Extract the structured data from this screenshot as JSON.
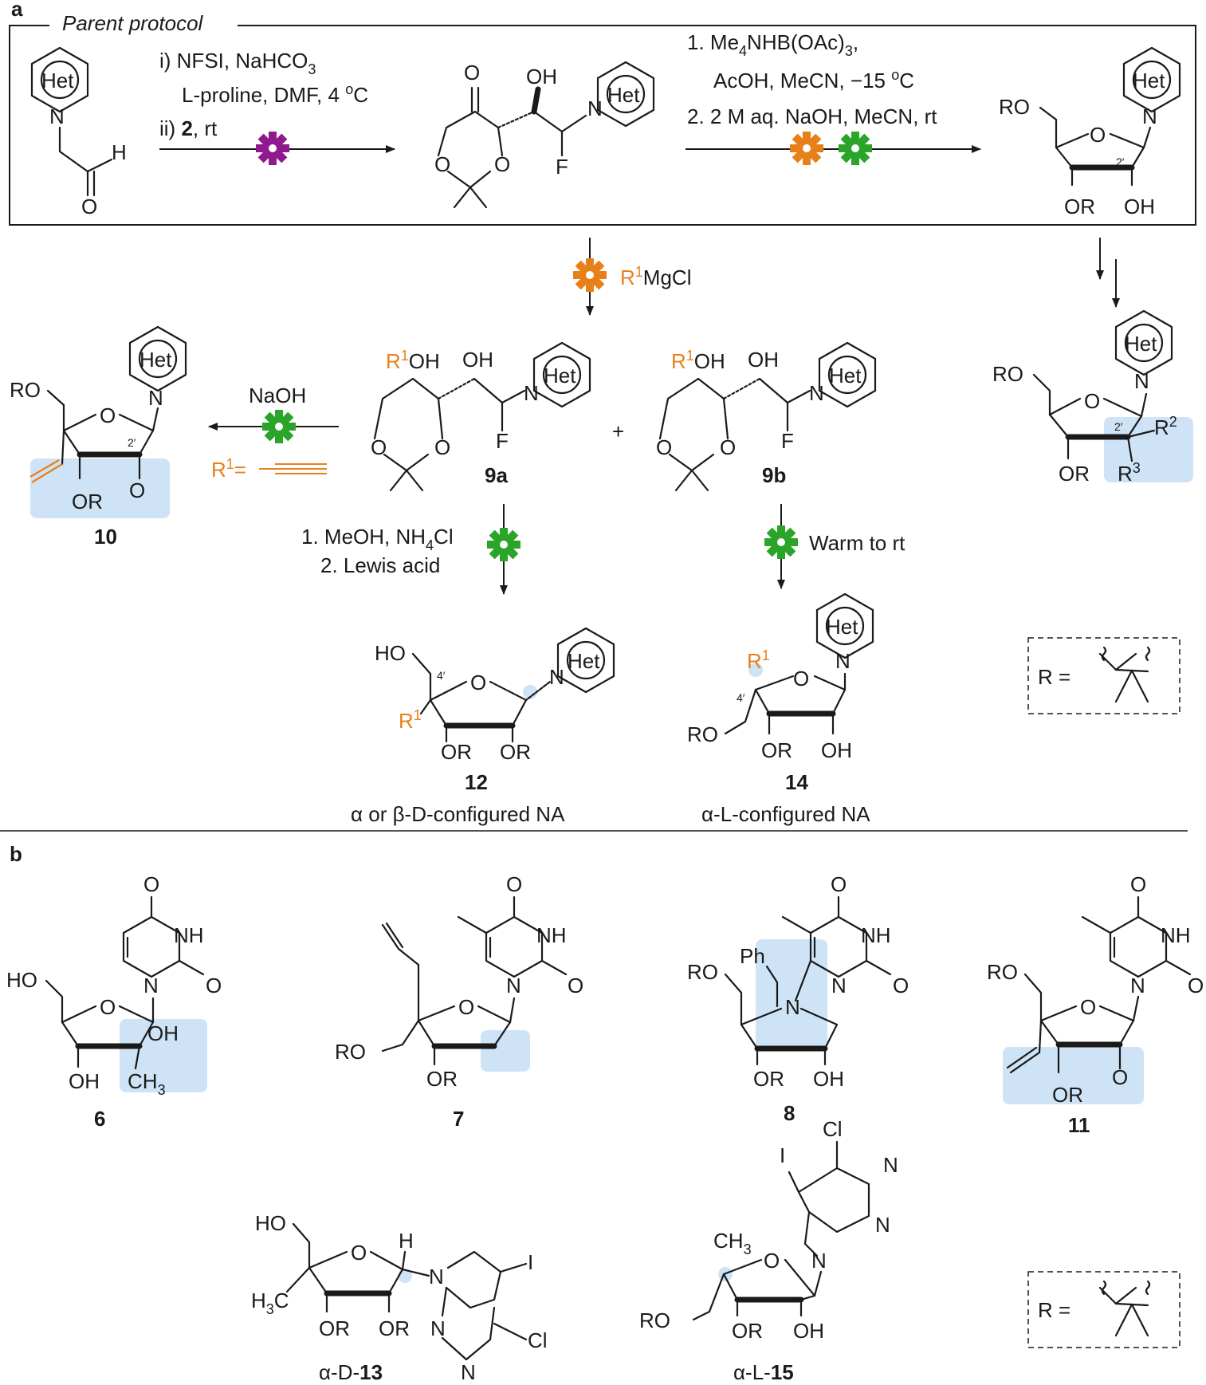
{
  "panels": {
    "a": "a",
    "b": "b"
  },
  "parent": {
    "title": "Parent protocol",
    "step1_conditions": [
      "i) NFSI, NaHCO",
      "L-proline, DMF, 4 ",
      "ii) ",
      "2",
      ", rt"
    ],
    "step1_sub": [
      "3",
      "o",
      "C"
    ],
    "step2_conditions": [
      "1. Me",
      "NHB(OAc)",
      ",",
      "AcOH, MeCN, −15 ",
      "2. 2 M aq. NaOH, MeCN, rt"
    ],
    "step2_sub": [
      "4",
      "3",
      "o",
      "C"
    ]
  },
  "labels": {
    "het": "Het",
    "ro": "RO",
    "ho": "HO",
    "oh": "OH",
    "or": "OR",
    "o": "O",
    "n": "N",
    "f": "F",
    "h": "H",
    "r1": "R",
    "sup1": "1",
    "sup2": "2",
    "sup3": "3",
    "r2": "R",
    "r3": "R",
    "prime2": "2′",
    "prime4": "4′",
    "mgcl": "MgCl",
    "naoh": "NaOH",
    "plus": "+",
    "equals": "=",
    "r_eq": "R =",
    "nh": "NH",
    "ph": "Ph",
    "cl": "Cl",
    "i": "I",
    "ch3": "CH",
    "ch3_sub": "3",
    "h3c": "H",
    "h3c_c": "C"
  },
  "conditions": {
    "left": [
      "1. MeOH, NH",
      "Cl",
      "2. Lewis acid"
    ],
    "left_sub": "4",
    "right": "Warm to rt"
  },
  "compounds": {
    "c9a": "9a",
    "c9b": "9b",
    "c10": "10",
    "c12": "12",
    "c14": "14",
    "c6": "6",
    "c7": "7",
    "c8": "8",
    "c11": "11",
    "c13_prefix": "α-D-",
    "c13": "13",
    "c15_prefix": "α-L-",
    "c15": "15"
  },
  "captions": {
    "c12": "α or β-D-configured NA",
    "c14": "α-L-configured NA"
  },
  "colors": {
    "purple": "#8e1a8e",
    "orange": "#e8801a",
    "green": "#2aa52a",
    "highlight": "#cfe3f7"
  },
  "icons": {
    "catalyst": "gear-icon"
  }
}
